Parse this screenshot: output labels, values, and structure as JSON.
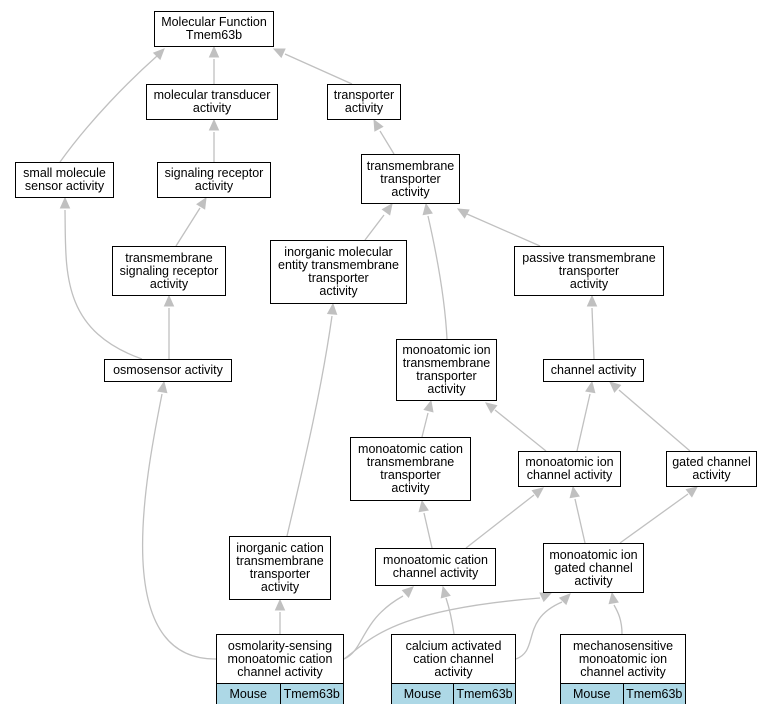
{
  "nodes": {
    "mf": "Molecular Function\nTmem63b",
    "mta": "molecular transducer\nactivity",
    "ta": "transporter\nactivity",
    "sms": "small molecule\nsensor activity",
    "sra": "signaling receptor\nactivity",
    "tta": "transmembrane\ntransporter\nactivity",
    "tsra": "transmembrane\nsignaling receptor\nactivity",
    "imet": "inorganic molecular\nentity transmembrane\ntransporter\nactivity",
    "ptta": "passive transmembrane\ntransporter\nactivity",
    "osa": "osmosensor activity",
    "mitta": "monoatomic ion\ntransmembrane\ntransporter\nactivity",
    "ca": "channel activity",
    "mctta": "monoatomic cation\ntransmembrane\ntransporter\nactivity",
    "mica": "monoatomic ion\nchannel activity",
    "gca": "gated channel\nactivity",
    "ictt": "inorganic cation\ntransmembrane\ntransporter\nactivity",
    "mcca": "monoatomic cation\nchannel activity",
    "migca": "monoatomic ion\ngated channel\nactivity"
  },
  "leaves": {
    "osm": {
      "label": "osmolarity-sensing\nmonoatomic cation\nchannel activity",
      "species": "Mouse",
      "gene": "Tmem63b"
    },
    "cac": {
      "label": "calcium activated\ncation channel\nactivity",
      "species": "Mouse",
      "gene": "Tmem63b"
    },
    "mec": {
      "label": "mechanosensitive\nmonoatomic ion\nchannel activity",
      "species": "Mouse",
      "gene": "Tmem63b"
    }
  },
  "colors": {
    "edge": "#c0c0c0",
    "tag": "#add8e6"
  }
}
